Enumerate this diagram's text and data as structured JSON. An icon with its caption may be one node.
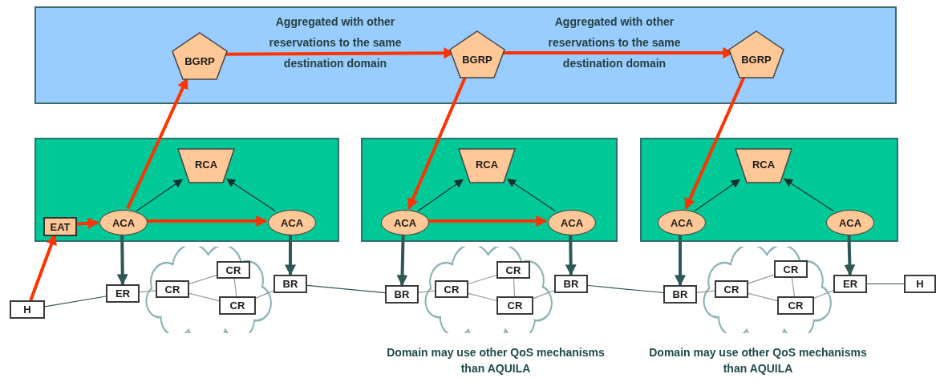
{
  "diagram": {
    "nodes": [
      {
        "text": [
          "Aggregated with other reservations to the same destination domain",
          "Aggregated with other reservations to the same destination domain"
        ]
      },
      {
        "text": [
          "BGRP"
        ],
        "in": 0
      },
      {
        "text": [
          "BGRP"
        ],
        "in": 0
      },
      {
        "text": [
          "BGRP"
        ],
        "in": 0
      },
      {
        "text": [],
        "shape": "box"
      },
      {
        "text": [
          "RCA"
        ],
        "in": 4
      },
      {
        "text": [
          "EAT"
        ],
        "in": 4
      },
      {
        "text": [
          "ACA"
        ],
        "in": 4
      },
      {
        "text": [
          "ACA"
        ],
        "in": 4
      },
      {
        "text": [],
        "shape": "box"
      },
      {
        "text": [
          "RCA"
        ],
        "in": 9
      },
      {
        "text": [
          "ACA"
        ],
        "in": 9
      },
      {
        "text": [
          "ACA"
        ],
        "in": 9
      },
      {
        "text": [],
        "shape": "box"
      },
      {
        "text": [
          "RCA"
        ],
        "in": 13
      },
      {
        "text": [
          "ACA"
        ],
        "in": 13
      },
      {
        "text": [
          "ACA"
        ],
        "in": 13
      },
      {
        "text": [
          "H"
        ]
      },
      {
        "text": [
          "ER"
        ]
      },
      {
        "text": [],
        "shape": "cloud"
      },
      {
        "text": [
          "CR"
        ],
        "in": 19
      },
      {
        "text": [
          "CR"
        ],
        "in": 19
      },
      {
        "text": [
          "CR"
        ],
        "in": 19
      },
      {
        "text": [
          "BR"
        ]
      },
      {
        "text": [
          "BR"
        ]
      },
      {
        "text": [],
        "shape": "cloud",
        "beside": [
          "Domain may use other QoS mechanisms than AQUILA"
        ]
      },
      {
        "text": [
          "CR"
        ],
        "in": 25
      },
      {
        "text": [
          "CR"
        ],
        "in": 25
      },
      {
        "text": [
          "CR"
        ],
        "in": 25
      },
      {
        "text": [
          "BR"
        ]
      },
      {
        "text": [
          "BR"
        ]
      },
      {
        "text": [],
        "shape": "cloud",
        "beside": [
          "Domain may use other QoS mechanisms than AQUILA"
        ]
      },
      {
        "text": [
          "CR"
        ],
        "in": 31
      },
      {
        "text": [
          "CR"
        ],
        "in": 31
      },
      {
        "text": [
          "CR"
        ],
        "in": 31
      },
      {
        "text": [
          "ER"
        ]
      },
      {
        "text": [
          "H"
        ]
      }
    ],
    "edges": [
      {
        "from": 17,
        "to": 6,
        "arrow": "to",
        "style": "thick",
        "color": "#ff3300"
      },
      {
        "from": 6,
        "to": 7,
        "arrow": "to",
        "style": "thick",
        "color": "#ff3300"
      },
      {
        "from": 7,
        "to": 1,
        "arrow": "to",
        "style": "thick",
        "color": "#ff3300"
      },
      {
        "from": 1,
        "to": 2,
        "arrow": "to",
        "style": "thick",
        "color": "#ff3300"
      },
      {
        "from": 2,
        "to": 3,
        "arrow": "to",
        "style": "thick",
        "color": "#ff3300"
      },
      {
        "from": 2,
        "to": 11,
        "arrow": "to",
        "style": "thick",
        "color": "#ff3300"
      },
      {
        "from": 3,
        "to": 15,
        "arrow": "to",
        "style": "thick",
        "color": "#ff3300"
      },
      {
        "from": 7,
        "to": 8,
        "arrow": "to",
        "style": "thick",
        "color": "#ff3300"
      },
      {
        "from": 11,
        "to": 12,
        "arrow": "to",
        "style": "thick",
        "color": "#ff3300"
      },
      {
        "from": 7,
        "to": 5,
        "arrow": "to",
        "color": "#1a2e2e"
      },
      {
        "from": 8,
        "to": 5,
        "arrow": "to",
        "color": "#1a2e2e"
      },
      {
        "from": 11,
        "to": 10,
        "arrow": "to",
        "color": "#1a2e2e"
      },
      {
        "from": 12,
        "to": 10,
        "arrow": "to",
        "color": "#1a2e2e"
      },
      {
        "from": 15,
        "to": 14,
        "arrow": "to",
        "color": "#1a2e2e"
      },
      {
        "from": 16,
        "to": 14,
        "arrow": "to",
        "color": "#1a2e2e"
      },
      {
        "from": 7,
        "to": 18,
        "arrow": "to",
        "style": "thick",
        "color": "#2f5858"
      },
      {
        "from": 8,
        "to": 23,
        "arrow": "to",
        "style": "thick",
        "color": "#2f5858"
      },
      {
        "from": 11,
        "to": 24,
        "arrow": "to",
        "style": "thick",
        "color": "#2f5858"
      },
      {
        "from": 12,
        "to": 29,
        "arrow": "to",
        "style": "thick",
        "color": "#2f5858"
      },
      {
        "from": 15,
        "to": 30,
        "arrow": "to",
        "style": "thick",
        "color": "#2f5858"
      },
      {
        "from": 16,
        "to": 35,
        "arrow": "to",
        "style": "thick",
        "color": "#2f5858"
      },
      {
        "from": 17,
        "to": 18,
        "arrow": "none",
        "color": "#2f5858"
      },
      {
        "from": 23,
        "to": 24,
        "arrow": "none",
        "color": "#2f5858"
      },
      {
        "from": 29,
        "to": 30,
        "arrow": "none",
        "color": "#2f5858"
      },
      {
        "from": 35,
        "to": 36,
        "arrow": "none",
        "color": "#2f5858"
      },
      {
        "from": 18,
        "to": 20,
        "arrow": "none"
      },
      {
        "from": 20,
        "to": 21,
        "arrow": "none"
      },
      {
        "from": 20,
        "to": 22,
        "arrow": "none"
      },
      {
        "from": 21,
        "to": 22,
        "arrow": "none"
      },
      {
        "from": 22,
        "to": 23,
        "arrow": "none"
      },
      {
        "from": 24,
        "to": 26,
        "arrow": "none"
      },
      {
        "from": 26,
        "to": 27,
        "arrow": "none"
      },
      {
        "from": 26,
        "to": 28,
        "arrow": "none"
      },
      {
        "from": 27,
        "to": 28,
        "arrow": "none"
      },
      {
        "from": 28,
        "to": 29,
        "arrow": "none"
      },
      {
        "from": 30,
        "to": 32,
        "arrow": "none"
      },
      {
        "from": 32,
        "to": 33,
        "arrow": "none"
      },
      {
        "from": 32,
        "to": 34,
        "arrow": "none"
      },
      {
        "from": 33,
        "to": 34,
        "arrow": "none"
      },
      {
        "from": 34,
        "to": 35,
        "arrow": "none"
      }
    ]
  }
}
